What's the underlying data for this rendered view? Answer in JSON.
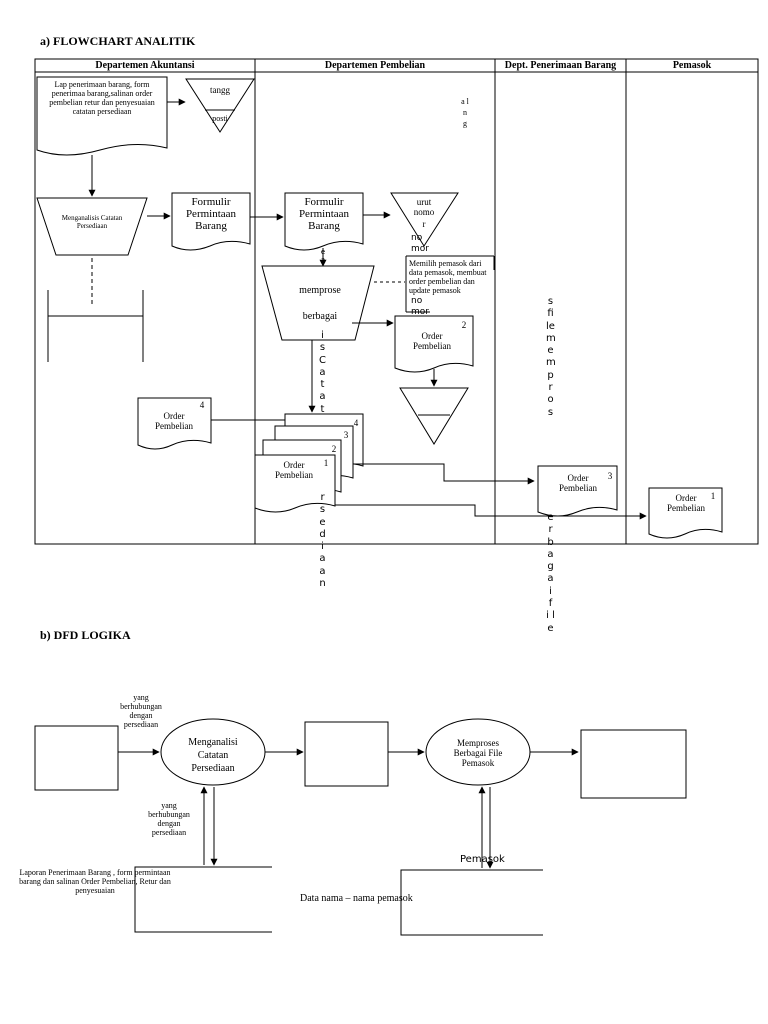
{
  "section_a": {
    "title": "a)  FLOWCHART ANALITIK",
    "lanes": [
      "Departemen Akuntansi",
      "Departemen Pembelian",
      "Dept. Penerimaan Barang",
      "Pemasok"
    ],
    "doc_lap": "Lap penerimaan barang, form penerimaa barang,salinan order pembelian retur dan penyesuaian catatan persediaan",
    "file_top_label1": "tangg",
    "file_top_label2": "posti",
    "proc_menganalisis": "Menganalisis Catatan Persediaan",
    "form_akt": "Formulir Permintaan Barang",
    "form_pemb": "Formulir Permintaan Barang",
    "file_urut_1": "urut nomo",
    "file_urut_2": "r",
    "no_mor_1": "no mor",
    "note_pemasok": "Memilih pemasok dari data pemasok, membuat order pembelian dan update pemasok",
    "no_mor_2": "no mor",
    "proc_memprose_1": "memprose",
    "proc_memprose_2": "berbagai",
    "order_2": "Order Pembelian",
    "order_2_num": "2",
    "order_4": "Order Pembelian",
    "order_4_num": "4",
    "stack_nums": [
      "4",
      "3",
      "2"
    ],
    "order_1_stack": "Order Pembelian",
    "order_1_stack_num": "1",
    "order_3": "Order Pembelian",
    "order_3_num": "3",
    "order_1_pemasok": "Order Pembelian",
    "order_1_pemasok_num": "1",
    "vert_right_top": "a l n g",
    "vert_center_top": "e a",
    "vert_center": "i s Catat",
    "vert_center_bottom": "r s e d i a a n",
    "vert_dept_top": "s file mempros",
    "vert_dept_bottom": "e r b a g a i f i l e"
  },
  "section_b": {
    "title": "b)  DFD LOGIKA",
    "label_yang_1": "yang berhubungan dengan persediaan",
    "proc_1": "Menganalisi Catatan Persediaan",
    "label_yang_2": "yang berhubungan dengan persediaan",
    "store_1_label": "Laporan Penerimaan Barang , form permintaan barang dan salinan Order Pembelian, Retur dan penyesuaian",
    "proc_2": "Memproses Berbagai File Pemasok",
    "pemasok_label": "Pemasok",
    "store_2_label": "Data nama – nama pemasok"
  }
}
